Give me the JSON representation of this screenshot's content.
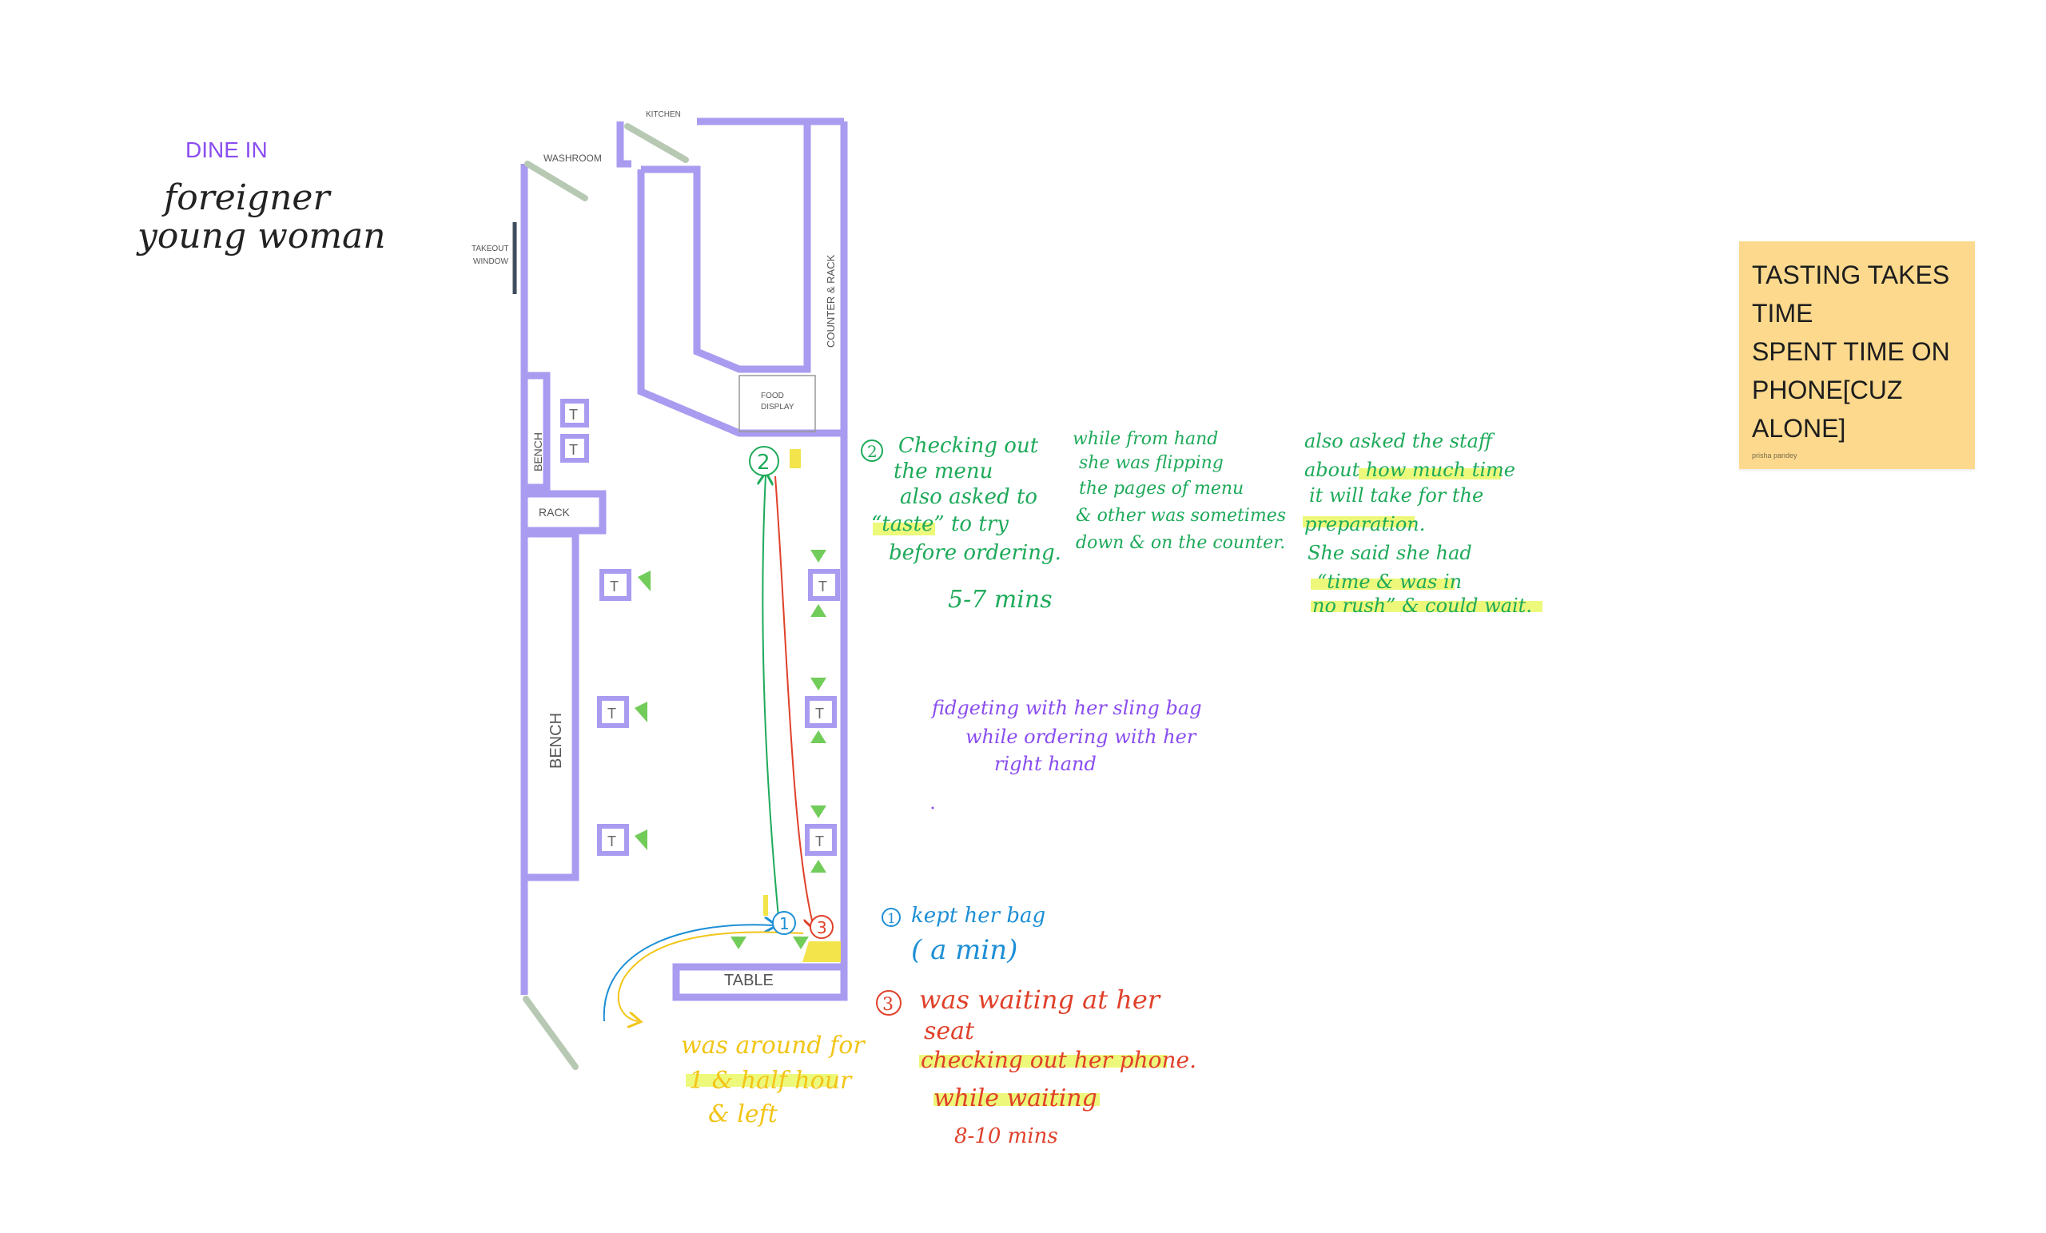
{
  "header": {
    "title": "DINE IN",
    "subject_line1": "foreigner",
    "subject_line2": "young woman"
  },
  "rooms": {
    "kitchen": "KITCHEN",
    "washroom": "WASHROOM",
    "takeout_line1": "TAKEOUT",
    "takeout_line2": "WINDOW",
    "counter_rack": "COUNTER & RACK",
    "food_display_line1": "FOOD",
    "food_display_line2": "DISPLAY",
    "bench_small": "BENCH",
    "rack": "RACK",
    "bench_large": "BENCH",
    "table": "TABLE",
    "table_marker": "T"
  },
  "markers": {
    "one": "1",
    "two": "2",
    "three": "3"
  },
  "notes": {
    "step2": {
      "num": "2",
      "l1": "Checking out",
      "l2": "the menu",
      "l3": "also asked to",
      "l4": "“taste” to try",
      "l5": "before ordering.",
      "time": "5-7 mins"
    },
    "menu_flip": {
      "l1": "while from hand",
      "l2": "she was flipping",
      "l3": "the pages of menu",
      "l4": "& other was sometimes",
      "l5": "down & on the counter."
    },
    "staff": {
      "l1": "also asked the staff",
      "l2": "about how much time",
      "l3": "it will take for the",
      "l4": "preparation.",
      "l5": "She said she had",
      "l6": "“time & was in",
      "l7": "no rush” & could wait."
    },
    "fidget": {
      "l1": "fidgeting with her sling bag",
      "l2": "while ordering with her",
      "l3": "right hand"
    },
    "step1": {
      "num": "1",
      "l1": "kept her bag",
      "l2": "( a min)"
    },
    "step3": {
      "num": "3",
      "l1": "was waiting at her",
      "l2": "seat",
      "l3": "checking out her phone.",
      "l4": "while waiting",
      "time": "8-10 mins"
    },
    "left": {
      "l1": "was around for",
      "l2": "1 & half hour",
      "l3": "& left"
    }
  },
  "sticky": {
    "l1": "TASTING TAKES",
    "l2": "TIME",
    "l3": "SPENT TIME ON",
    "l4": "PHONE[CUZ",
    "l5": "ALONE]",
    "author": "prisha pandey"
  },
  "colors": {
    "wall": "#a99bf0",
    "green": "#1eaa5a",
    "red": "#e0402a",
    "blue": "#1d8fd6",
    "yellow": "#f2c518",
    "purple": "#8a4df0",
    "highlight": "#e9f75a",
    "sticky": "#fcd98d"
  }
}
